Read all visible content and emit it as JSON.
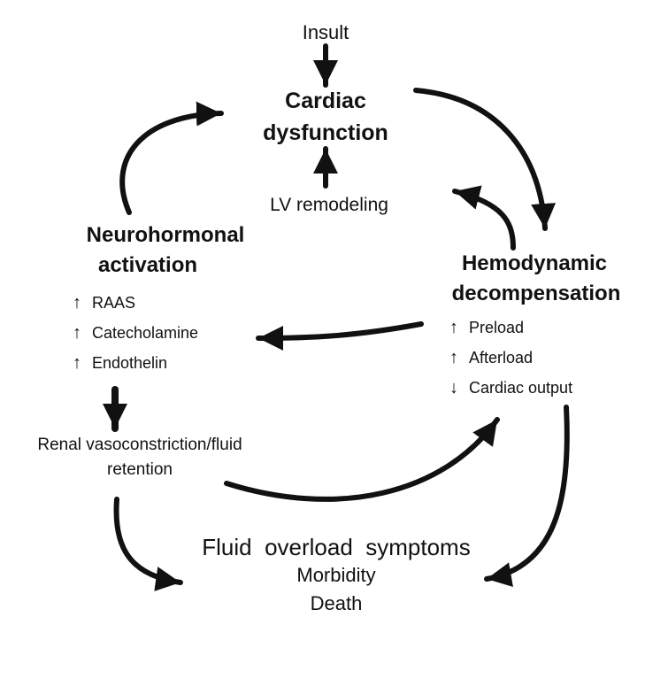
{
  "colors": {
    "ink": "#111111",
    "background": "#ffffff"
  },
  "nodes": {
    "insult": "Insult",
    "cardiac_dysfunction": [
      "Cardiac",
      "dysfunction"
    ],
    "lv_remodeling": "LV remodeling",
    "neurohormonal": [
      "Neurohormonal",
      "activation"
    ],
    "neuro_items": [
      {
        "dir": "↑",
        "label": "RAAS"
      },
      {
        "dir": "↑",
        "label": "Catecholamine"
      },
      {
        "dir": "↑",
        "label": "Endothelin"
      }
    ],
    "hemodynamic": [
      "Hemodynamic",
      "decompensation"
    ],
    "hemo_items": [
      {
        "dir": "↑",
        "label": "Preload"
      },
      {
        "dir": "↑",
        "label": "Afterload"
      },
      {
        "dir": "↓",
        "label": "Cardiac output"
      }
    ],
    "renal": [
      "Renal vasoconstriction/fluid",
      "retention"
    ],
    "outcomes": [
      "Fluid  overload  symptoms",
      "Morbidity",
      "Death"
    ]
  }
}
